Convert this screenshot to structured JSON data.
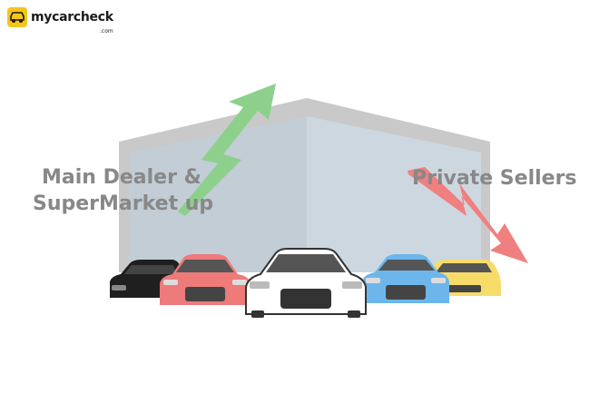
{
  "brand": {
    "name": "mycarcheck",
    "suffix": ".com"
  },
  "labels": {
    "main_dealer_line1": "Main Dealer &",
    "main_dealer_line2": "SuperMarket up",
    "private_sellers": "Private Sellers"
  },
  "colors": {
    "up_arrow": "#8cd08c",
    "down_arrow": "#f07f7f",
    "car_black": "#1f1f1f",
    "car_red": "#ef7a7a",
    "car_white": "#ffffff",
    "car_blue": "#6cb6ec",
    "car_yellow": "#f7dc6a",
    "building": "#c9c9c9",
    "building_glass": "#c7d3dc"
  },
  "icons": [
    "logo-car-icon",
    "up-arrow-icon",
    "down-arrow-icon"
  ]
}
